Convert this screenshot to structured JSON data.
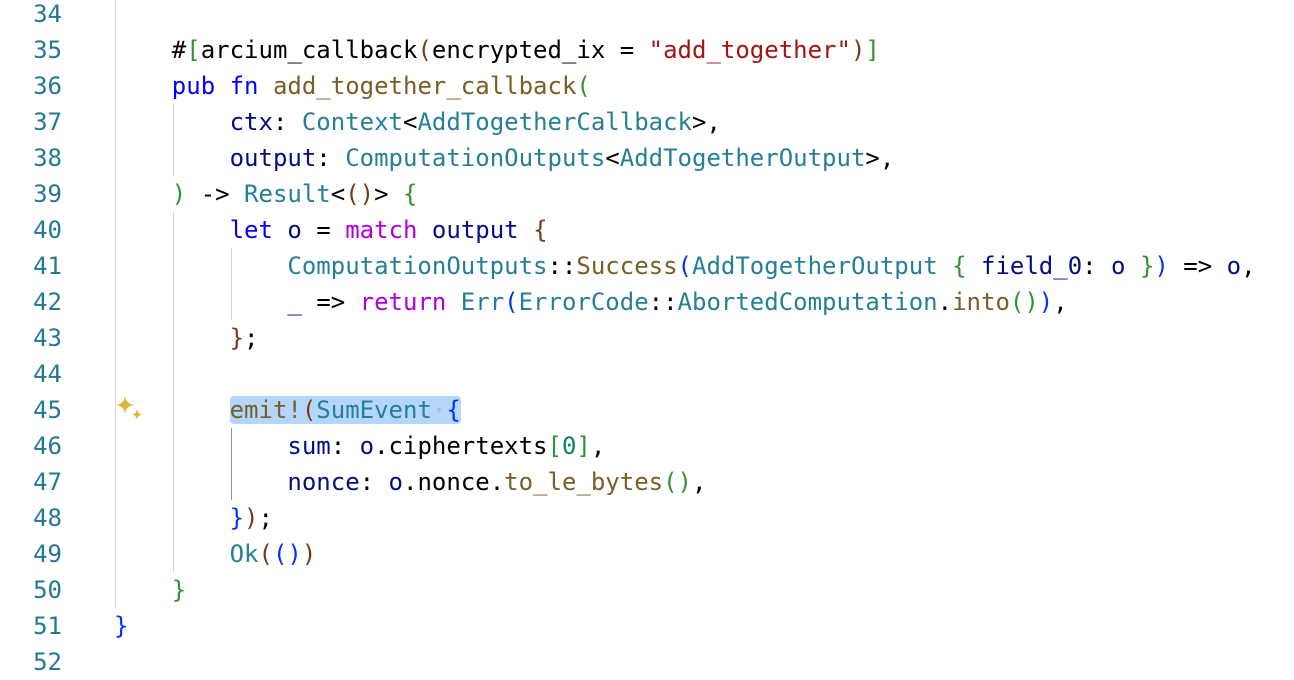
{
  "editor": {
    "language": "rust",
    "highlighted_line": 45,
    "lines": [
      {
        "n": "34",
        "indent": 0,
        "tokens": []
      },
      {
        "n": "35",
        "indent": 4,
        "tokens": [
          [
            "#",
            "plain"
          ],
          [
            "[",
            "b2"
          ],
          [
            "arcium_callback",
            "plain"
          ],
          [
            "(",
            "b3"
          ],
          [
            "encrypted_ix = ",
            "plain"
          ],
          [
            "\"add_together\"",
            "str"
          ],
          [
            ")",
            "b3"
          ],
          [
            "]",
            "b2"
          ]
        ]
      },
      {
        "n": "36",
        "indent": 4,
        "tokens": [
          [
            "pub fn ",
            "kw"
          ],
          [
            "add_together_callback",
            "fn"
          ],
          [
            "(",
            "b2"
          ]
        ]
      },
      {
        "n": "37",
        "indent": 8,
        "tokens": [
          [
            "ctx",
            "var"
          ],
          [
            ": ",
            "plain"
          ],
          [
            "Context",
            "type"
          ],
          [
            "<",
            "plain"
          ],
          [
            "AddTogetherCallback",
            "type"
          ],
          [
            ">,",
            "plain"
          ]
        ]
      },
      {
        "n": "38",
        "indent": 8,
        "tokens": [
          [
            "output",
            "var"
          ],
          [
            ": ",
            "plain"
          ],
          [
            "ComputationOutputs",
            "type"
          ],
          [
            "<",
            "plain"
          ],
          [
            "AddTogetherOutput",
            "type"
          ],
          [
            ">,",
            "plain"
          ]
        ]
      },
      {
        "n": "39",
        "indent": 4,
        "tokens": [
          [
            ")",
            "b2"
          ],
          [
            " -> ",
            "plain"
          ],
          [
            "Result",
            "type"
          ],
          [
            "<",
            "plain"
          ],
          [
            "()",
            "b3"
          ],
          [
            "> ",
            "plain"
          ],
          [
            "{",
            "b2"
          ]
        ]
      },
      {
        "n": "40",
        "indent": 8,
        "tokens": [
          [
            "let",
            "kw"
          ],
          [
            " o",
            "var"
          ],
          [
            " = ",
            "plain"
          ],
          [
            "match",
            "ctrl"
          ],
          [
            " output",
            "var"
          ],
          [
            " {",
            "b3"
          ]
        ]
      },
      {
        "n": "41",
        "indent": 12,
        "tokens": [
          [
            "ComputationOutputs",
            "type"
          ],
          [
            "::",
            "plain"
          ],
          [
            "Success",
            "fn"
          ],
          [
            "(",
            "b1"
          ],
          [
            "AddTogetherOutput",
            "type"
          ],
          [
            " {",
            "b2"
          ],
          [
            " field_0",
            "var"
          ],
          [
            ": ",
            "plain"
          ],
          [
            "o",
            "var"
          ],
          [
            " }",
            "b2"
          ],
          [
            ")",
            "b1"
          ],
          [
            " => ",
            "plain"
          ],
          [
            "o",
            "var"
          ],
          [
            ",",
            "plain"
          ]
        ]
      },
      {
        "n": "42",
        "indent": 12,
        "tokens": [
          [
            "_",
            "var"
          ],
          [
            " => ",
            "plain"
          ],
          [
            "return",
            "ctrl"
          ],
          [
            " Err",
            "type"
          ],
          [
            "(",
            "b1"
          ],
          [
            "ErrorCode",
            "type"
          ],
          [
            "::",
            "plain"
          ],
          [
            "AbortedComputation",
            "type"
          ],
          [
            ".",
            "plain"
          ],
          [
            "into",
            "fn"
          ],
          [
            "()",
            "b2"
          ],
          [
            ")",
            "b1"
          ],
          [
            ",",
            "plain"
          ]
        ]
      },
      {
        "n": "43",
        "indent": 8,
        "tokens": [
          [
            "}",
            "b3"
          ],
          [
            ";",
            "plain"
          ]
        ]
      },
      {
        "n": "44",
        "indent": 0,
        "tokens": []
      },
      {
        "n": "45",
        "indent": 8,
        "tokens": [
          [
            "emit!",
            "fn"
          ],
          [
            "(",
            "b3"
          ],
          [
            "SumEvent",
            "type"
          ],
          [
            "·",
            "ws"
          ],
          [
            "{",
            "b1"
          ]
        ]
      },
      {
        "n": "46",
        "indent": 12,
        "tokens": [
          [
            "sum",
            "var"
          ],
          [
            ": ",
            "plain"
          ],
          [
            "o",
            "var"
          ],
          [
            ".ciphertexts",
            "plain"
          ],
          [
            "[",
            "b2"
          ],
          [
            "0",
            "num"
          ],
          [
            "]",
            "b2"
          ],
          [
            ",",
            "plain"
          ]
        ]
      },
      {
        "n": "47",
        "indent": 12,
        "tokens": [
          [
            "nonce",
            "var"
          ],
          [
            ": ",
            "plain"
          ],
          [
            "o",
            "var"
          ],
          [
            ".nonce.",
            "plain"
          ],
          [
            "to_le_bytes",
            "fn"
          ],
          [
            "()",
            "b2"
          ],
          [
            ",",
            "plain"
          ]
        ]
      },
      {
        "n": "48",
        "indent": 8,
        "tokens": [
          [
            "}",
            "b1"
          ],
          [
            ")",
            "b3"
          ],
          [
            ";",
            "plain"
          ]
        ]
      },
      {
        "n": "49",
        "indent": 8,
        "tokens": [
          [
            "Ok",
            "type"
          ],
          [
            "(",
            "b3"
          ],
          [
            "()",
            "b1"
          ],
          [
            ")",
            "b3"
          ]
        ]
      },
      {
        "n": "50",
        "indent": 4,
        "tokens": [
          [
            "}",
            "b2"
          ]
        ]
      },
      {
        "n": "51",
        "indent": 0,
        "tokens": [
          [
            "}",
            "b1"
          ]
        ]
      },
      {
        "n": "52",
        "indent": 0,
        "tokens": []
      }
    ],
    "guides": {
      "34": [
        0
      ],
      "35": [
        0
      ],
      "36": [
        0
      ],
      "37": [
        0,
        4
      ],
      "38": [
        0,
        4
      ],
      "39": [
        0
      ],
      "40": [
        0,
        4
      ],
      "41": [
        0,
        4,
        8
      ],
      "42": [
        0,
        4,
        8
      ],
      "43": [
        0,
        4
      ],
      "44": [
        0,
        4
      ],
      "45": [
        0,
        4
      ],
      "46": [
        0,
        4,
        "8a"
      ],
      "47": [
        0,
        4,
        "8a"
      ],
      "48": [
        0,
        4
      ],
      "49": [
        0,
        4
      ],
      "50": [
        0
      ]
    },
    "ai_hint_icon": "sparkle-icon",
    "sparkle_color": "#e0b53a"
  }
}
